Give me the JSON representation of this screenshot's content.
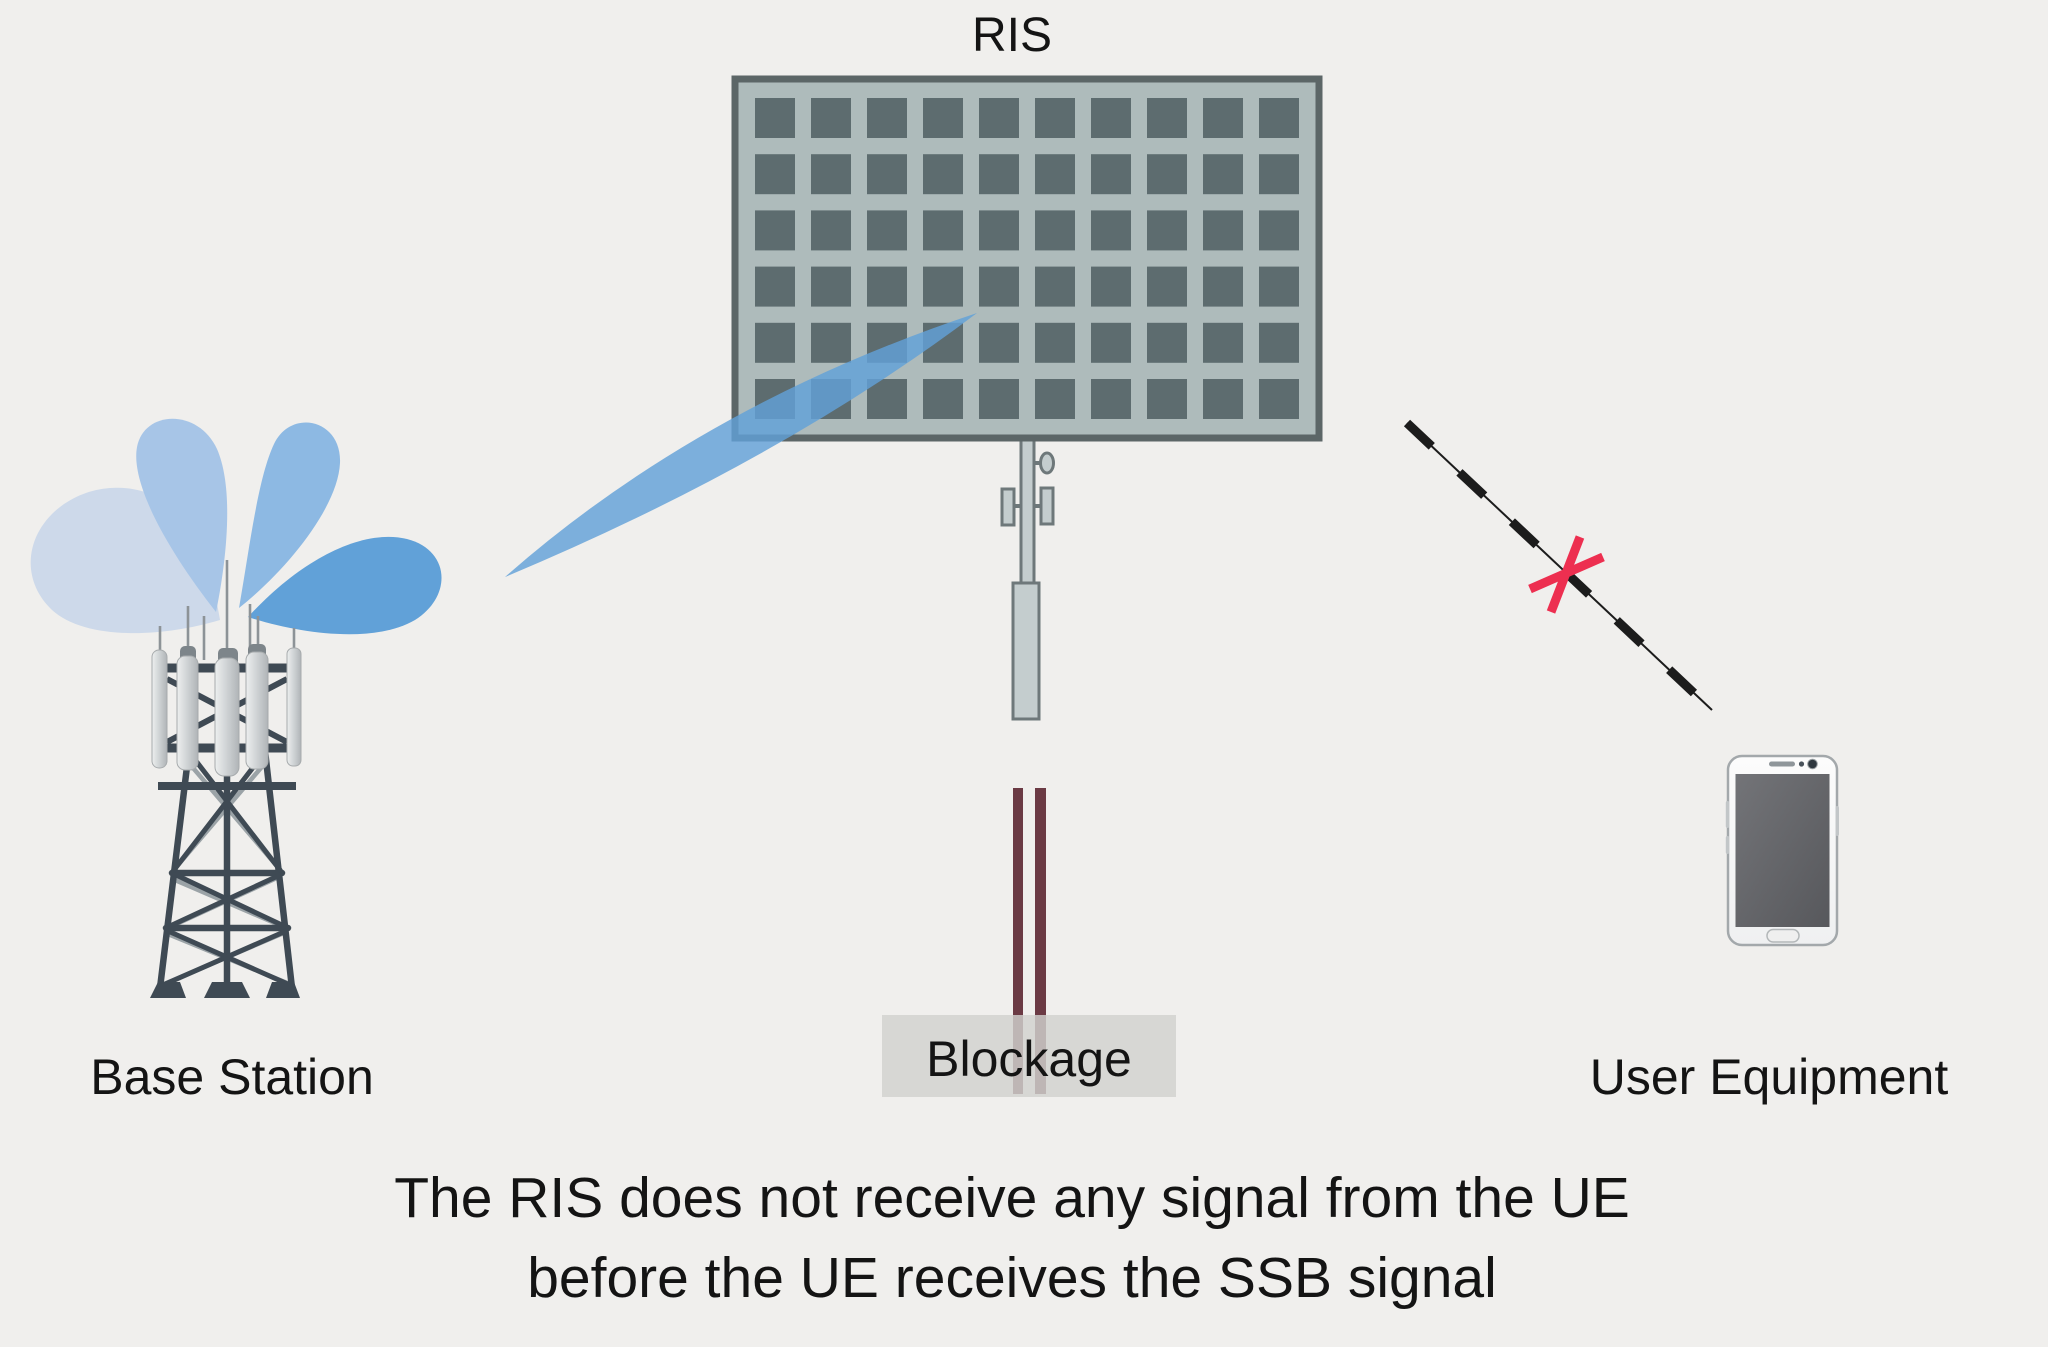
{
  "labels": {
    "ris": "RIS",
    "base_station": "Base Station",
    "user_equipment": "User Equipment",
    "blockage": "Blockage"
  },
  "caption": {
    "line1": "The RIS does not receive any signal from the UE",
    "line2": "before the UE receives the SSB signal"
  },
  "ris": {
    "rows": 6,
    "cols": 10
  },
  "colors": {
    "background": "#f0efed",
    "text": "#141414",
    "lobe_light": "#cdd9ea",
    "lobe_medium_light": "#a7c5e7",
    "lobe_medium": "#8db9e3",
    "lobe_strong": "#61a1d8",
    "beam": "#61a1d8",
    "ris_panel": "#aebbbb",
    "ris_cell": "#5d6c6f",
    "ris_border": "#5c6667",
    "stand_fill": "#c4cdce",
    "stand_stroke": "#6e787a",
    "tower_dark": "#3f4a54",
    "tower_light": "#9ba3a7",
    "antenna_cap": "#7d858a",
    "blockage_bar": "#6b3a44",
    "blockage_box": "#d1d2ce",
    "dashed_line": "#1c1c1c",
    "cross_red": "#ed2f50",
    "phone_body_stroke": "#a3a8ab"
  }
}
